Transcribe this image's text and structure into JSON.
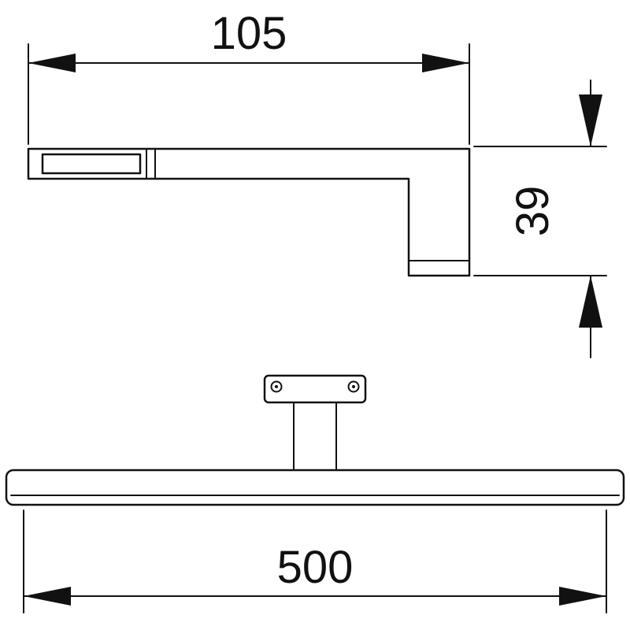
{
  "drawing": {
    "dimension_depth": "105",
    "dimension_height": "39",
    "dimension_width": "500"
  },
  "colors": {
    "line": "#111111",
    "background": "#ffffff"
  }
}
